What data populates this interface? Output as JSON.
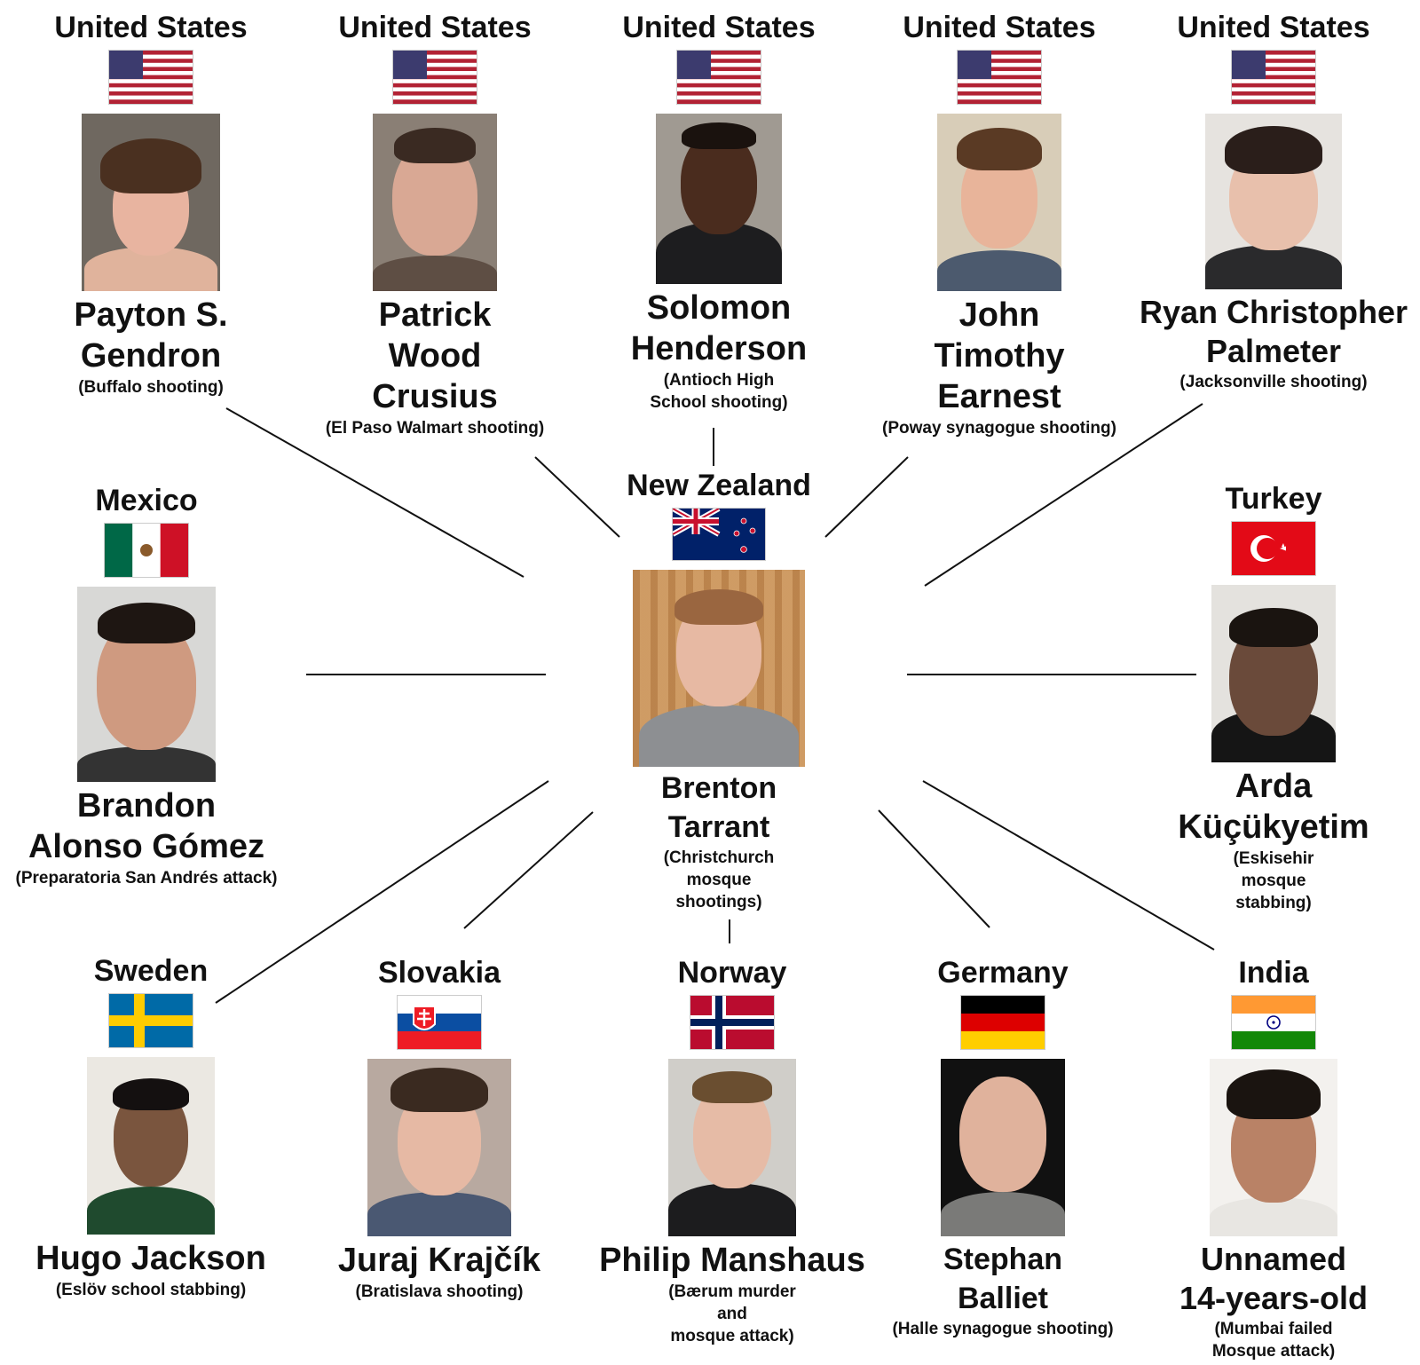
{
  "center": {
    "country": "New Zealand",
    "name_lines": [
      "Brenton",
      "Tarrant"
    ],
    "event_lines": [
      "(Christchurch",
      "mosque",
      "shootings)"
    ]
  },
  "people": [
    {
      "country": "United States",
      "name_lines": [
        "Payton S.",
        "Gendron"
      ],
      "event_lines": [
        "(Buffalo shooting)"
      ]
    },
    {
      "country": "United States",
      "name_lines": [
        "Patrick",
        "Wood",
        "Crusius"
      ],
      "event_lines": [
        "(El Paso Walmart shooting)"
      ]
    },
    {
      "country": "United States",
      "name_lines": [
        "Solomon",
        "Henderson"
      ],
      "event_lines": [
        "(Antioch High",
        "School shooting)"
      ]
    },
    {
      "country": "United States",
      "name_lines": [
        "John",
        "Timothy",
        "Earnest"
      ],
      "event_lines": [
        "(Poway synagogue shooting)"
      ]
    },
    {
      "country": "United States",
      "name_lines": [
        "Ryan Christopher",
        "Palmeter"
      ],
      "event_lines": [
        "(Jacksonville shooting)"
      ]
    },
    {
      "country": "Mexico",
      "name_lines": [
        "Brandon",
        "Alonso Gómez"
      ],
      "event_lines": [
        "(Preparatoria San Andrés attack)"
      ]
    },
    {
      "country": "Turkey",
      "name_lines": [
        "Arda",
        "Küçükyetim"
      ],
      "event_lines": [
        "(Eskisehir",
        "mosque",
        "stabbing)"
      ]
    },
    {
      "country": "Sweden",
      "name_lines": [
        "Hugo Jackson"
      ],
      "event_lines": [
        "(Eslöv school stabbing)"
      ]
    },
    {
      "country": "Slovakia",
      "name_lines": [
        "Juraj Krajčík"
      ],
      "event_lines": [
        "(Bratislava shooting)"
      ]
    },
    {
      "country": "Norway",
      "name_lines": [
        "Philip Manshaus"
      ],
      "event_lines": [
        "(Bærum murder",
        "and",
        "mosque attack)"
      ]
    },
    {
      "country": "Germany",
      "name_lines": [
        "Stephan",
        "Balliet"
      ],
      "event_lines": [
        "(Halle synagogue shooting)"
      ]
    },
    {
      "country": "India",
      "name_lines": [
        "Unnamed",
        "14-years-old"
      ],
      "event_lines": [
        "(Mumbai failed",
        "Mosque attack)"
      ]
    }
  ]
}
